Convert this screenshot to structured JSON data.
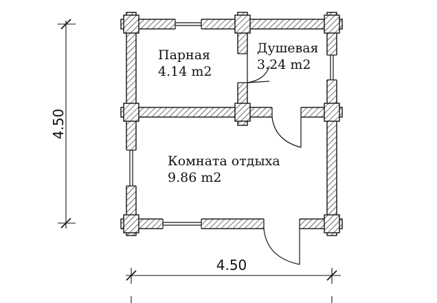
{
  "rooms": {
    "steam": {
      "name": "Парная",
      "area": "4.14 m2"
    },
    "shower": {
      "name": "Душевая",
      "area": "3.24 m2"
    },
    "rest": {
      "name": "Комната отдыха",
      "area": "9.86 m2"
    }
  },
  "dimensions": {
    "width": "4.50",
    "height": "4.50"
  },
  "colors": {
    "line": "#111111",
    "wall_hatch": "#222222",
    "background": "#ffffff"
  }
}
